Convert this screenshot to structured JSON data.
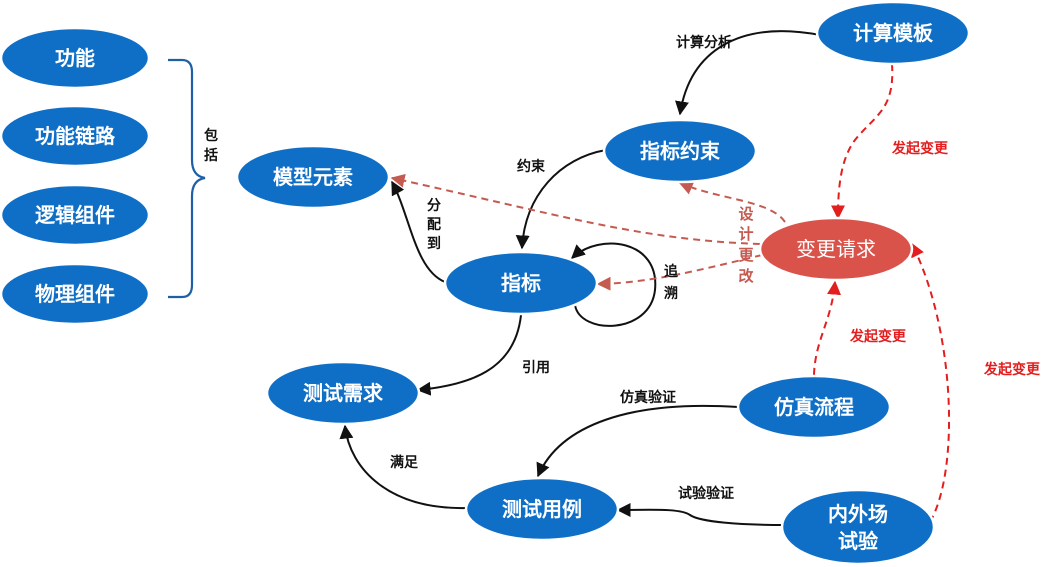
{
  "colors": {
    "node_blue": "#0f6fc6",
    "node_blue_stroke": "#ffffff",
    "node_red": "#d9534a",
    "arrow_black": "#111111",
    "dashed_red": "#e31e1e",
    "dashed_darkred": "#c55a50"
  },
  "nodes": {
    "gongneng": "功能",
    "gongneng_lianlu": "功能链路",
    "luoji_zujian": "逻辑组件",
    "wuli_zujian": "物理组件",
    "moxing_yuansu": "模型元素",
    "zhibiao": "指标",
    "zhibiao_yueshu": "指标约束",
    "jisuan_muban": "计算模板",
    "biangeng_qingqiu": "变更请求",
    "ceshi_xuqiu": "测试需求",
    "ceshi_yongli": "测试用例",
    "fangzhen_liucheng": "仿真流程",
    "neiwaichang_line1": "内外场",
    "neiwaichang_line2": "试验"
  },
  "labels": {
    "baokuo_1": "包",
    "baokuo_2": "括",
    "fenpeidao_1": "分",
    "fenpeidao_2": "配",
    "fenpeidao_3": "到",
    "yueshu": "约束",
    "jisuan_fenxi": "计算分析",
    "zhuisu_1": "追",
    "zhuisu_2": "溯",
    "yinyong": "引用",
    "manzu": "满足",
    "fangzhen_yanzheng": "仿真验证",
    "shiyan_yanzheng": "试验验证",
    "faqi_1": "发起变更",
    "faqi_2": "发起变更",
    "faqi_3": "发起变更",
    "sheji_1": "设",
    "sheji_2": "计",
    "sheji_3": "更",
    "sheji_4": "改"
  }
}
